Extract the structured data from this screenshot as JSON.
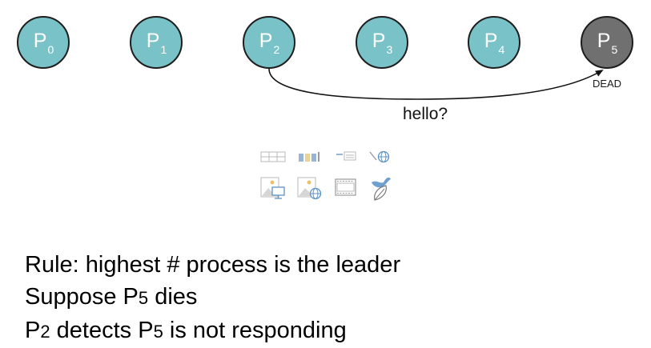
{
  "diagram": {
    "nodes": [
      {
        "letter": "P",
        "index": "0",
        "state": "alive"
      },
      {
        "letter": "P",
        "index": "1",
        "state": "alive"
      },
      {
        "letter": "P",
        "index": "2",
        "state": "alive"
      },
      {
        "letter": "P",
        "index": "3",
        "state": "alive"
      },
      {
        "letter": "P",
        "index": "4",
        "state": "alive"
      },
      {
        "letter": "P",
        "index": "5",
        "state": "dead"
      }
    ],
    "dead_label": "DEAD",
    "message": {
      "from": "P2",
      "to": "P5",
      "label": "hello?"
    }
  },
  "colors": {
    "alive_fill": "#79c2c8",
    "dead_fill": "#707070",
    "node_border": "#1e1e1e"
  },
  "icons": [
    "table-icon",
    "chart-icon",
    "smartart-icon",
    "online-image-icon",
    "picture-icon",
    "online-picture-icon",
    "video-icon",
    "icon-insert-icon"
  ],
  "rules": {
    "line1": "Rule: highest # process is the leader",
    "line2_prefix": "Suppose P",
    "line2_sub": "5",
    "line2_suffix": " dies",
    "line3_prefix": "P",
    "line3_sub1": "2",
    "line3_mid": " detects P",
    "line3_sub2": "5",
    "line3_suffix": " is not responding"
  }
}
